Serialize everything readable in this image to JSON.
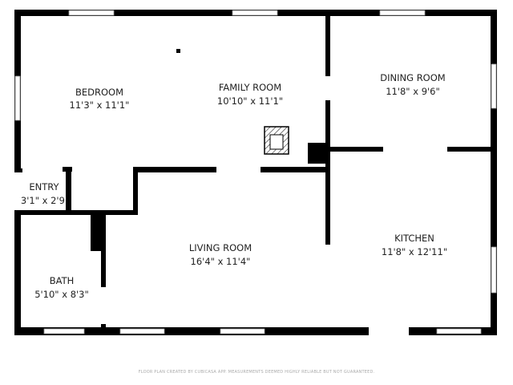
{
  "rooms": [
    {
      "name": "BEDROOM",
      "dims": "11'3\" x 11'1\""
    },
    {
      "name": "FAMILY ROOM",
      "dims": "10'10\" x 11'1\""
    },
    {
      "name": "DINING ROOM",
      "dims": "11'8\" x 9'6\""
    },
    {
      "name": "ENTRY",
      "dims": "3'1\" x 2'9'"
    },
    {
      "name": "LIVING ROOM",
      "dims": "16'4\" x 11'4\""
    },
    {
      "name": "KITCHEN",
      "dims": "11'8\" x 12'11\""
    },
    {
      "name": "BATH",
      "dims": "5'10\" x 8'3\""
    }
  ],
  "footer": "FLOOR PLAN CREATED BY CUBICASA APP. MEASUREMENTS DEEMED HIGHLY RELIABLE BUT NOT GUARANTEED.",
  "colors": {
    "wall": "#000000",
    "window": "#ffffff",
    "background": "#ffffff"
  }
}
